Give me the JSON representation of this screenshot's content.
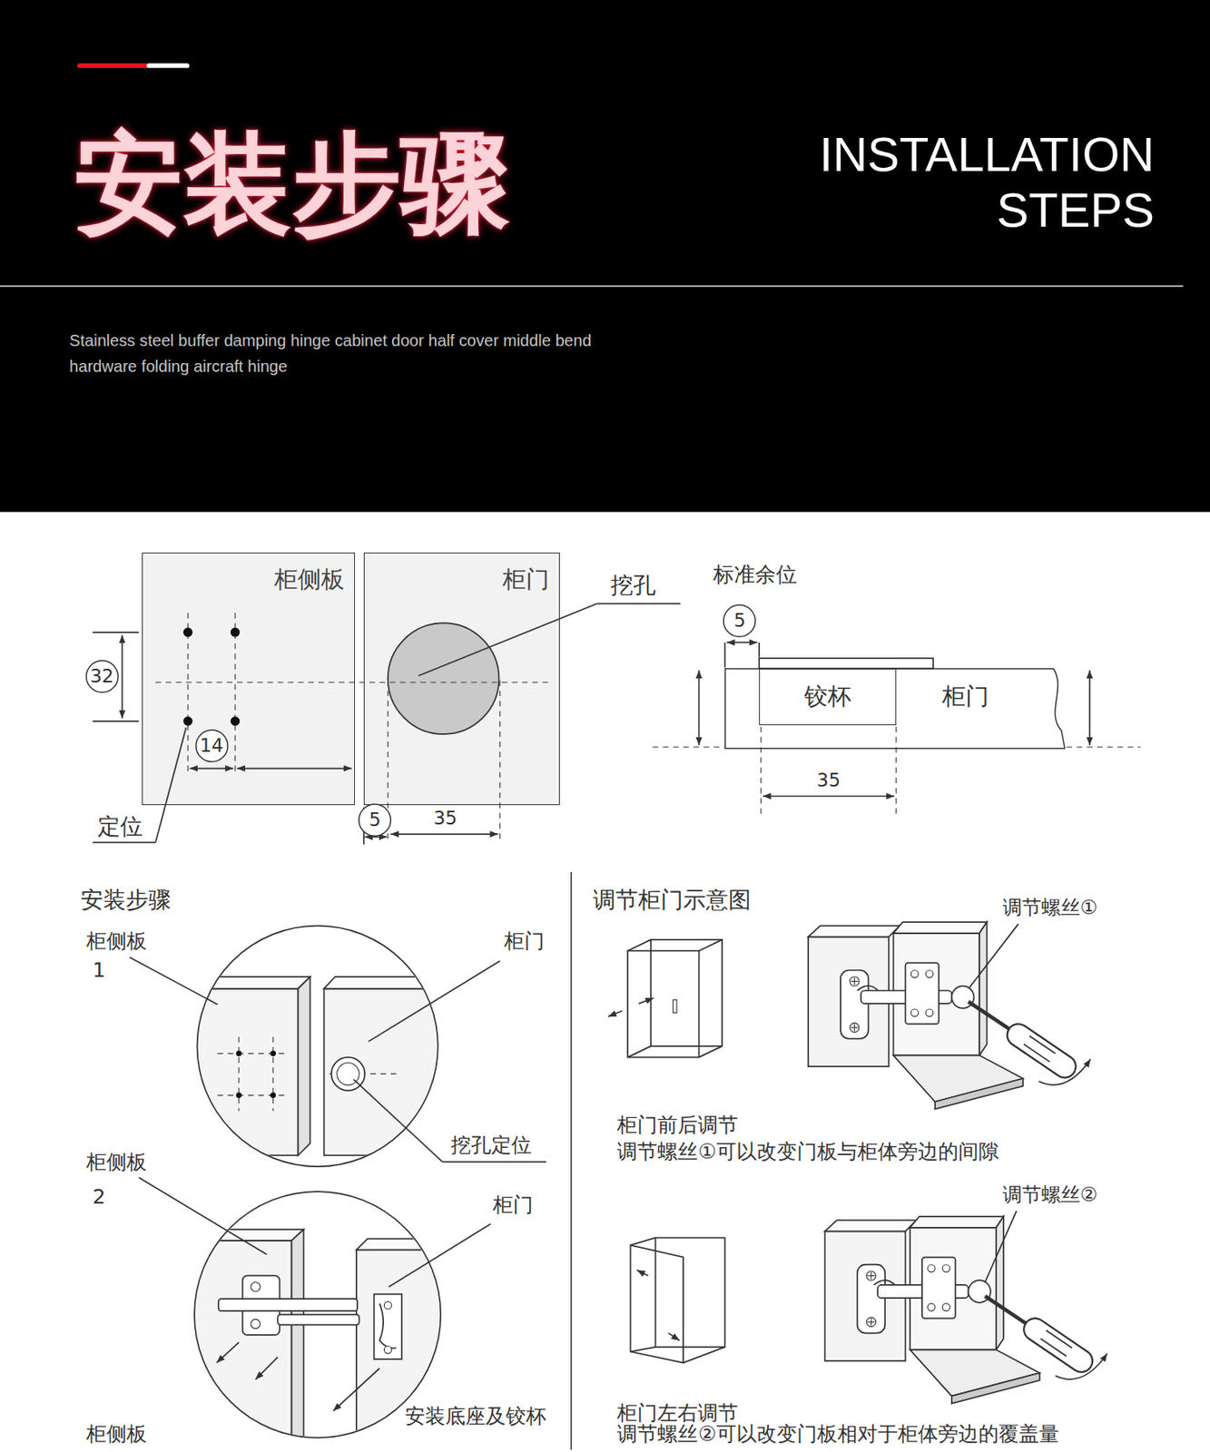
{
  "diagram": {
    "title": "安装步骤",
    "nodes": [
      {
        "text": [
          "柜侧板"
        ]
      },
      {
        "text": [
          "32"
        ]
      },
      {
        "text": [
          "14"
        ],
        "in": 0
      },
      {
        "text": [
          "柜门"
        ]
      },
      {
        "text": [
          "5"
        ]
      },
      {
        "text": [
          "5"
        ]
      },
      {
        "text": [
          "柜门"
        ]
      },
      {
        "text": [
          "铰杯"
        ],
        "in": 6
      }
    ],
    "labels": [
      "INSTALLATION STEPS",
      "Stainless steel buffer damping hinge cabinet door half cover middle bend hardware folding aircraft hinge",
      "挖孔",
      "定位",
      "35",
      "标准余位",
      "35",
      "安装步骤",
      "柜侧板",
      "1",
      "柜门",
      "挖孔定位",
      "柜侧板",
      "2",
      "柜门",
      "安装底座及铰杯",
      "柜侧板",
      "调节柜门示意图",
      "调节螺丝①",
      "柜门前后调节",
      "调节螺丝①可以改变门板与柜体旁边的间隙",
      "调节螺丝②",
      "柜门左右调节",
      "调节螺丝②可以改变门板相对于柜体旁边的覆盖量"
    ]
  }
}
